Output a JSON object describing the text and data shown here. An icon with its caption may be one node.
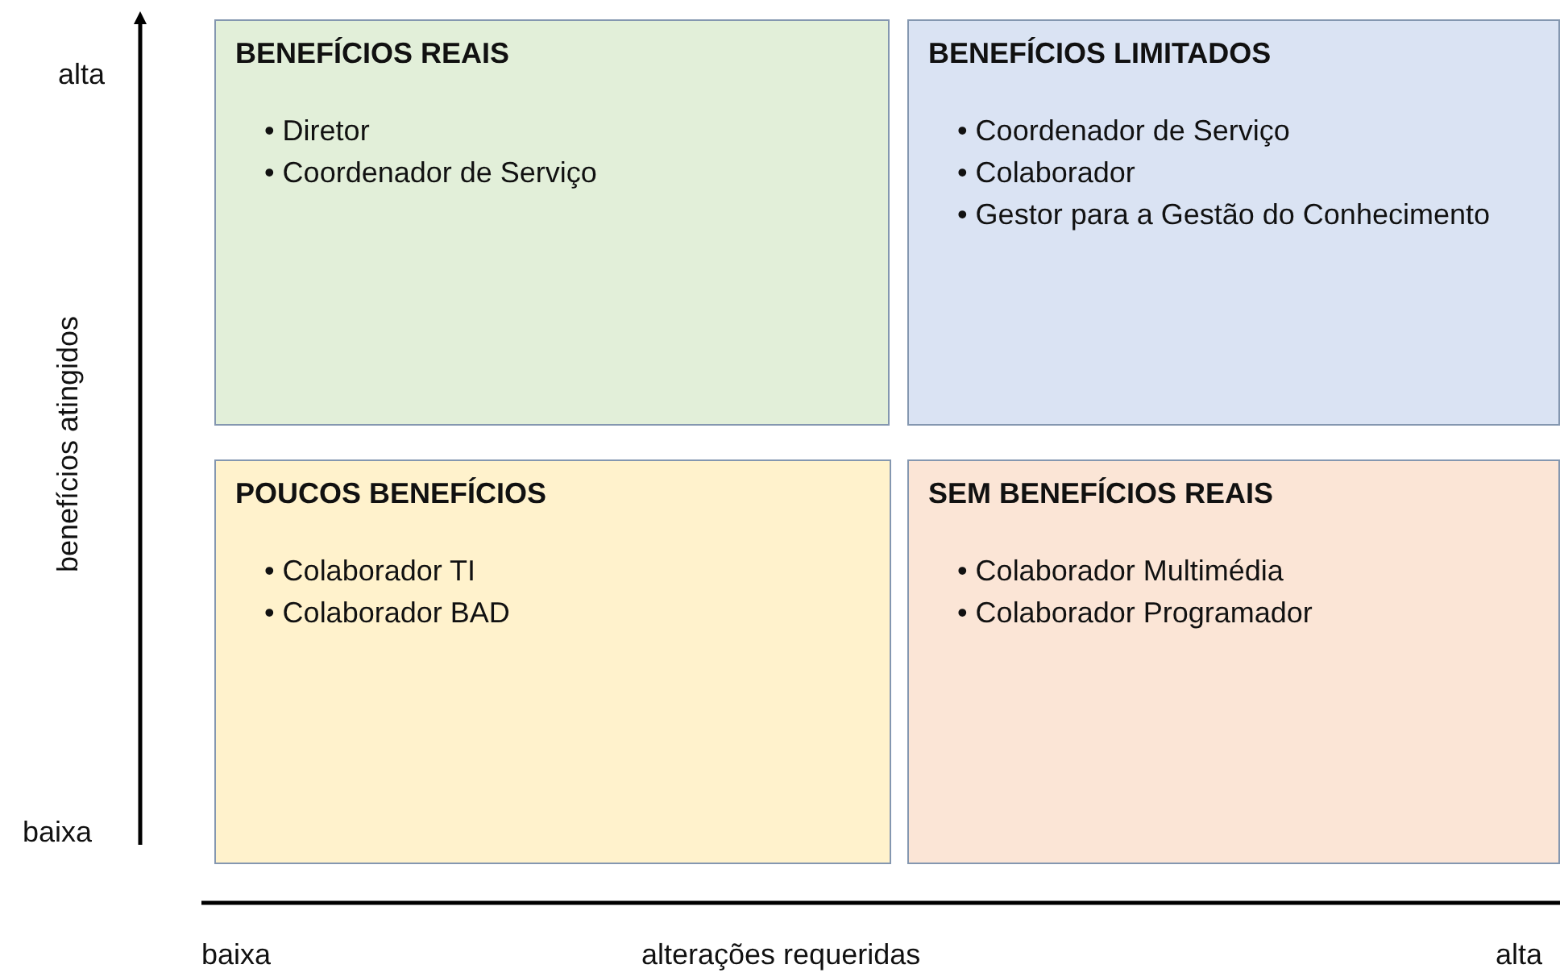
{
  "diagram": {
    "nodes": [
      {
        "text": [
          "BENEFÍCIOS REAIS",
          "• Diretor",
          "• Coordenador de Serviço"
        ]
      },
      {
        "text": [
          "BENEFÍCIOS LIMITADOS",
          "• Coordenador de Serviço",
          "• Colaborador",
          "• Gestor para a Gestão do Conhecimento"
        ]
      },
      {
        "text": [
          "POUCOS BENEFÍCIOS",
          "• Colaborador TI",
          "• Colaborador BAD"
        ]
      },
      {
        "text": [
          "SEM BENEFÍCIOS REAIS",
          "• Colaborador Multimédia",
          "• Colaborador Programador"
        ]
      }
    ],
    "edges": [],
    "labels": [
      "alta",
      "benefícios atingidos",
      "baixa",
      "baixa",
      "alterações requeridas",
      "alta"
    ]
  }
}
